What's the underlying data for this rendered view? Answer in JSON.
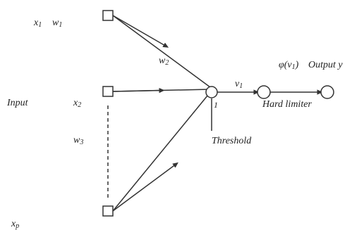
{
  "labels": {
    "x1": "x",
    "x1_sub": "1",
    "w1": "w",
    "w1_sub": "1",
    "w2": "w",
    "w2_sub": "2",
    "input": "Input",
    "x2": "x",
    "x2_sub": "2",
    "w3": "w",
    "w3_sub": "3",
    "xp": "x",
    "xp_sub": "p",
    "v1": "v",
    "v1_sub": "1",
    "bias": "1",
    "threshold": "Threshold",
    "phi": "φ(v",
    "phi_sub": "1",
    "phi_close": ")",
    "output": "Output y",
    "hard_limiter": "Hard limiter"
  }
}
